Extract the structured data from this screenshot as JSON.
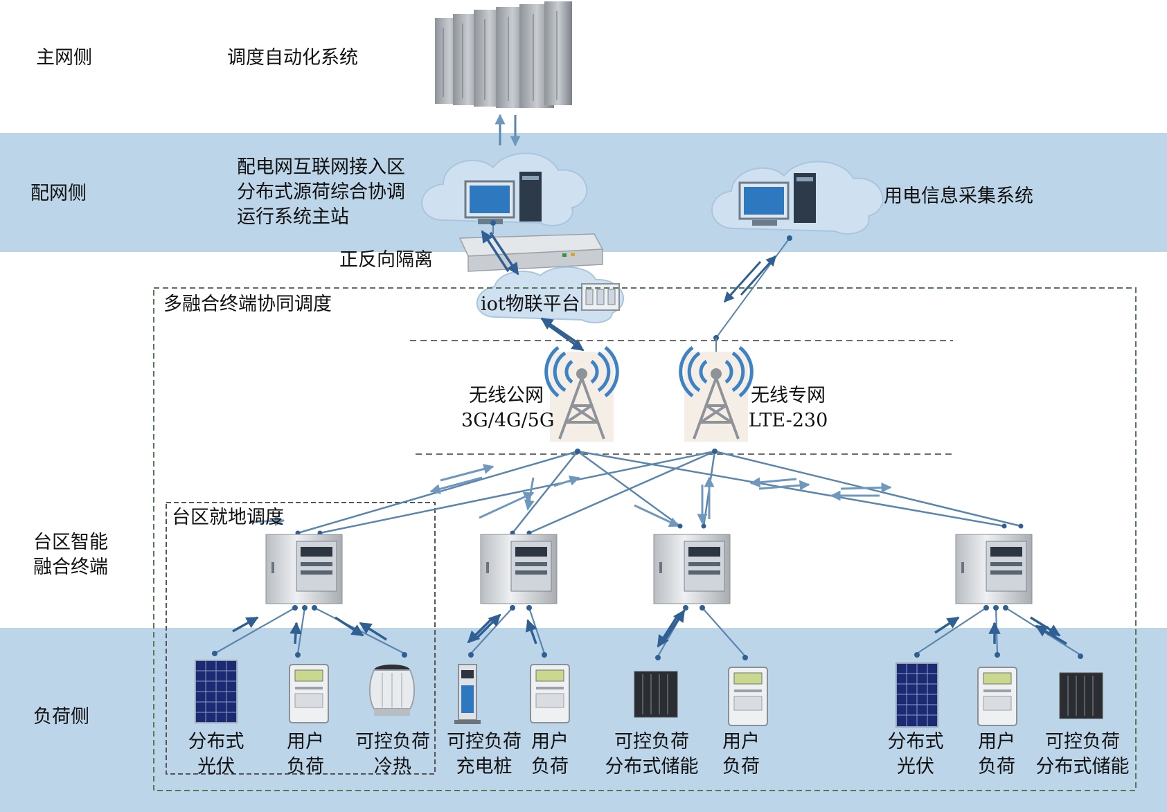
{
  "layers": {
    "main": "主网侧",
    "distribution": "配网侧",
    "terminal": [
      "台区智能",
      "融合终端"
    ],
    "load": "负荷侧"
  },
  "dispatch_system": "调度自动化系统",
  "master_station": [
    "配电网互联网接入区",
    "分布式源荷综合协调",
    "运行系统主站"
  ],
  "collection_system": "用电信息采集系统",
  "isolation": "正反向隔离",
  "multi_terminal": "多融合终端协同调度",
  "iot_platform": "iot物联平台",
  "wireless_public": [
    "无线公网",
    "3G/4G/5G"
  ],
  "wireless_private": [
    "无线专网",
    "LTE-230"
  ],
  "local_dispatch": "台区就地调度",
  "loads": [
    [
      "分布式",
      "光伏"
    ],
    [
      "用户",
      "负荷"
    ],
    [
      "可控负荷",
      "冷热"
    ],
    [
      "可控负荷",
      "充电桩"
    ],
    [
      "用户",
      "负荷"
    ],
    [
      "可控负荷",
      "分布式储能"
    ],
    [
      "用户",
      "负荷"
    ],
    [
      "分布式",
      "光伏"
    ],
    [
      "用户",
      "负荷"
    ],
    [
      "可控负荷",
      "分布式储能"
    ]
  ],
  "colors": {
    "band": "#bdd5e8",
    "cloud": "#cfe1f0",
    "line": "#5a86ad",
    "arrow": "#2f5f93",
    "dashed_green": "#4e7a55",
    "dashed_gray": "#555555"
  }
}
